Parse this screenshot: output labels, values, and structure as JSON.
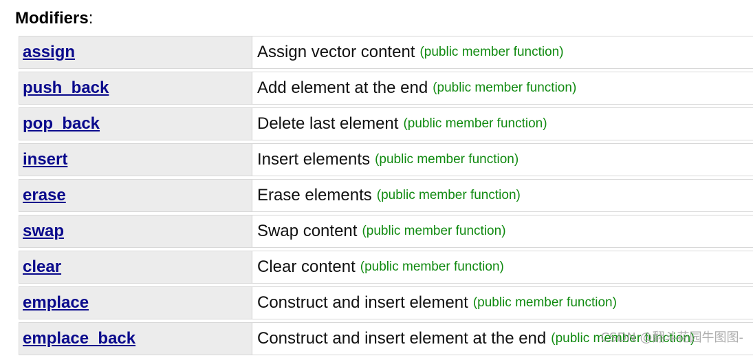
{
  "heading": {
    "bold": "Modifiers",
    "suffix": ":"
  },
  "rows": [
    {
      "name": "assign",
      "description": "Assign vector content",
      "kind": "(public member function)"
    },
    {
      "name": "push_back",
      "description": "Add element at the end",
      "kind": "(public member function)"
    },
    {
      "name": "pop_back",
      "description": "Delete last element",
      "kind": "(public member function)"
    },
    {
      "name": "insert",
      "description": "Insert elements",
      "kind": "(public member function)"
    },
    {
      "name": "erase",
      "description": "Erase elements",
      "kind": "(public member function)"
    },
    {
      "name": "swap",
      "description": "Swap content",
      "kind": "(public member function)"
    },
    {
      "name": "clear",
      "description": "Clear content",
      "kind": "(public member function)"
    },
    {
      "name": "emplace",
      "description": "Construct and insert element",
      "kind": "(public member function)"
    },
    {
      "name": "emplace_back",
      "description": "Construct and insert element at the end",
      "kind": "(public member function)"
    }
  ],
  "watermark": "CSDN @翻斗花园牛图图-",
  "colors": {
    "link": "#0a0a8c",
    "kind": "#108a10",
    "name_cell_bg": "#ececec"
  }
}
